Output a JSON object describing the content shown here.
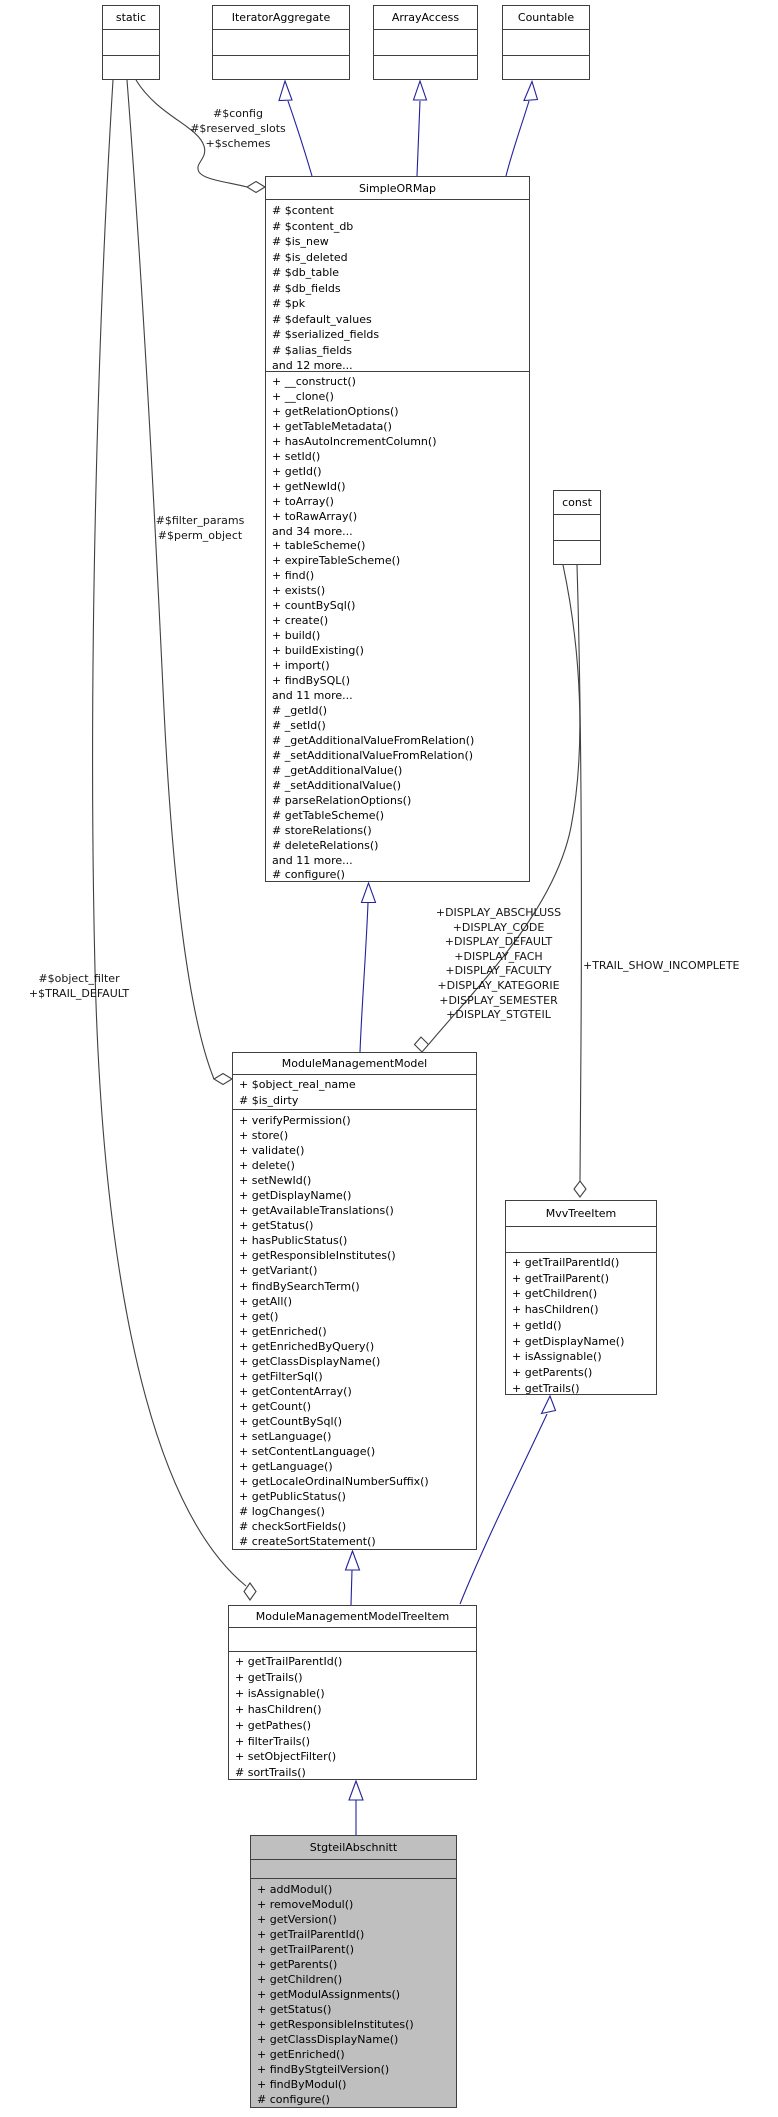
{
  "colors": {
    "inheritance": "#22229c",
    "association": "#404040",
    "current_class_fill": "#bfbfbf"
  },
  "classes": {
    "static_box": {
      "title": "static",
      "attributes": [],
      "methods": []
    },
    "iterator_aggregate": {
      "title": "IteratorAggregate",
      "attributes": [],
      "methods": []
    },
    "array_access": {
      "title": "ArrayAccess",
      "attributes": [],
      "methods": []
    },
    "countable": {
      "title": "Countable",
      "attributes": [],
      "methods": []
    },
    "const_box": {
      "title": "const",
      "attributes": [],
      "methods": []
    },
    "simple_or_map": {
      "title": "SimpleORMap",
      "attributes": [
        "# $content",
        "# $content_db",
        "# $is_new",
        "# $is_deleted",
        "# $db_table",
        "# $db_fields",
        "# $pk",
        "# $default_values",
        "# $serialized_fields",
        "# $alias_fields",
        "and 12 more..."
      ],
      "methods": [
        "+ __construct()",
        "+ __clone()",
        "+ getRelationOptions()",
        "+ getTableMetadata()",
        "+ hasAutoIncrementColumn()",
        "+ setId()",
        "+ getId()",
        "+ getNewId()",
        "+ toArray()",
        "+ toRawArray()",
        "and 34 more...",
        "+ tableScheme()",
        "+ expireTableScheme()",
        "+ find()",
        "+ exists()",
        "+ countBySql()",
        "+ create()",
        "+ build()",
        "+ buildExisting()",
        "+ import()",
        "+ findBySQL()",
        "and 11 more...",
        "# _getId()",
        "# _setId()",
        "# _getAdditionalValueFromRelation()",
        "# _setAdditionalValueFromRelation()",
        "# _getAdditionalValue()",
        "# _setAdditionalValue()",
        "# parseRelationOptions()",
        "# getTableScheme()",
        "# storeRelations()",
        "# deleteRelations()",
        "and 11 more...",
        "# configure()"
      ]
    },
    "module_management_model": {
      "title": "ModuleManagementModel",
      "attributes": [
        "+ $object_real_name",
        "# $is_dirty"
      ],
      "methods": [
        "+ verifyPermission()",
        "+ store()",
        "+ validate()",
        "+ delete()",
        "+ setNewId()",
        "+ getDisplayName()",
        "+ getAvailableTranslations()",
        "+ getStatus()",
        "+ hasPublicStatus()",
        "+ getResponsibleInstitutes()",
        "+ getVariant()",
        "+ findBySearchTerm()",
        "+ getAll()",
        "+ get()",
        "+ getEnriched()",
        "+ getEnrichedByQuery()",
        "+ getClassDisplayName()",
        "+ getFilterSql()",
        "+ getContentArray()",
        "+ getCount()",
        "+ getCountBySql()",
        "+ setLanguage()",
        "+ setContentLanguage()",
        "+ getLanguage()",
        "+ getLocaleOrdinalNumberSuffix()",
        "+ getPublicStatus()",
        "# logChanges()",
        "# checkSortFields()",
        "# createSortStatement()"
      ]
    },
    "mvv_tree_item": {
      "title": "MvvTreeItem",
      "attributes": [],
      "methods": [
        "+ getTrailParentId()",
        "+ getTrailParent()",
        "+ getChildren()",
        "+ hasChildren()",
        "+ getId()",
        "+ getDisplayName()",
        "+ isAssignable()",
        "+ getParents()",
        "+ getTrails()"
      ]
    },
    "module_management_model_tree_item": {
      "title": "ModuleManagementModelTreeItem",
      "attributes": [],
      "methods": [
        "+ getTrailParentId()",
        "+ getTrails()",
        "+ isAssignable()",
        "+ hasChildren()",
        "+ getPathes()",
        "+ filterTrails()",
        "+ setObjectFilter()",
        "# sortTrails()"
      ]
    },
    "stgteil_abschnitt": {
      "title": "StgteilAbschnitt",
      "attributes": [],
      "methods": [
        "+ addModul()",
        "+ removeModul()",
        "+ getVersion()",
        "+ getTrailParentId()",
        "+ getTrailParent()",
        "+ getParents()",
        "+ getChildren()",
        "+ getModulAssignments()",
        "+ getStatus()",
        "+ getResponsibleInstitutes()",
        "+ getClassDisplayName()",
        "+ getEnriched()",
        "+ findByStgteilVersion()",
        "+ findByModul()",
        "# configure()"
      ]
    }
  },
  "edge_labels": {
    "config": {
      "lines": [
        "#$config",
        "#$reserved_slots",
        "+$schemes"
      ]
    },
    "filter": {
      "lines": [
        "#$filter_params",
        "#$perm_object"
      ]
    },
    "object_filter": {
      "lines": [
        "#$object_filter",
        "+$TRAIL_DEFAULT"
      ]
    },
    "display": {
      "lines": [
        "+DISPLAY_ABSCHLUSS",
        "+DISPLAY_CODE",
        "+DISPLAY_DEFAULT",
        "+DISPLAY_FACH",
        "+DISPLAY_FACULTY",
        "+DISPLAY_KATEGORIE",
        "+DISPLAY_SEMESTER",
        "+DISPLAY_STGTEIL"
      ]
    },
    "trail": {
      "lines": [
        "+TRAIL_SHOW_INCOMPLETE"
      ]
    }
  }
}
